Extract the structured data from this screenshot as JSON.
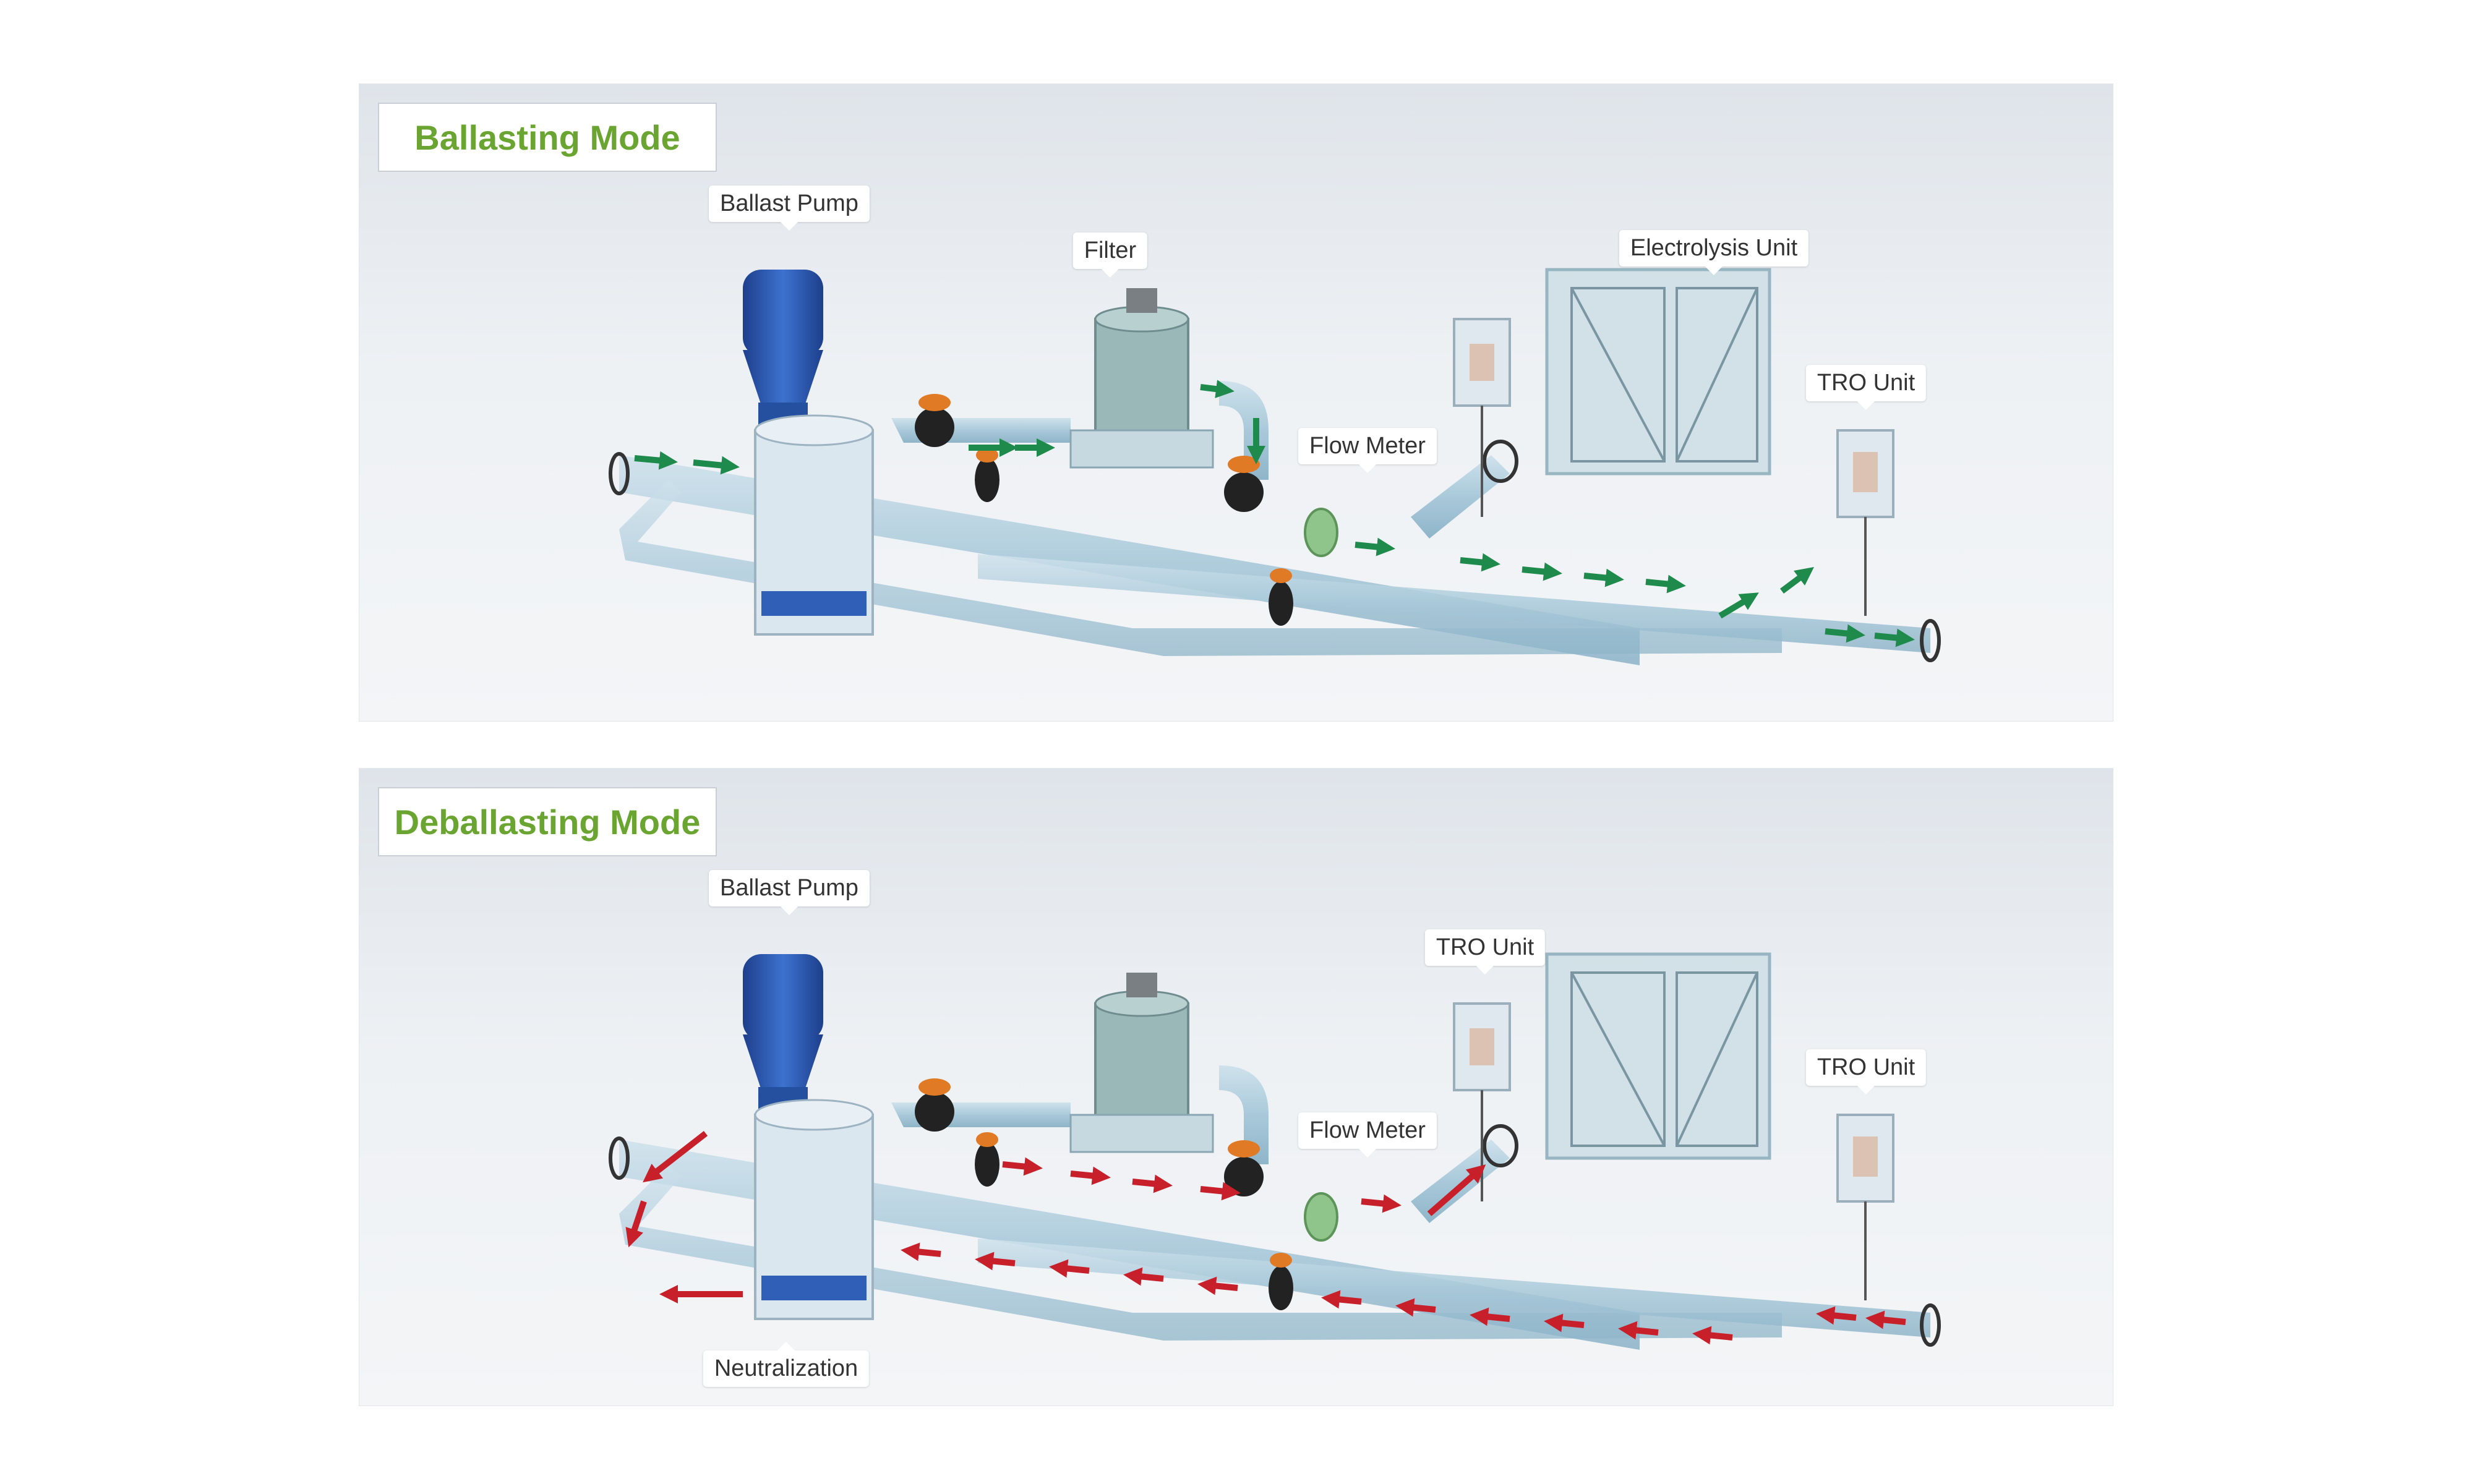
{
  "panels": {
    "ballasting": {
      "title": "Ballasting Mode",
      "labels": {
        "ballast_pump": "Ballast Pump",
        "filter": "Filter",
        "flow_meter": "Flow Meter",
        "electrolysis_unit": "Electrolysis Unit",
        "tro_unit": "TRO Unit"
      }
    },
    "deballasting": {
      "title": "Deballasting Mode",
      "labels": {
        "ballast_pump": "Ballast Pump",
        "tro_unit_1": "TRO Unit",
        "flow_meter": "Flow Meter",
        "tro_unit_2": "TRO Unit",
        "neutralization": "Neutralization"
      }
    }
  },
  "colors": {
    "flow_ballasting": "#1e8a4c",
    "flow_deballasting": "#c8202a",
    "title_green": "#6aa532",
    "pipe": "#a8c8da",
    "pump_blue": "#2f5fb6",
    "valve_orange": "#e07a25"
  },
  "icons": [
    "pump-icon",
    "filter-icon",
    "valve-icon",
    "flow-meter-icon",
    "electrolysis-unit-icon",
    "tro-unit-icon",
    "neutralization-unit-icon"
  ]
}
